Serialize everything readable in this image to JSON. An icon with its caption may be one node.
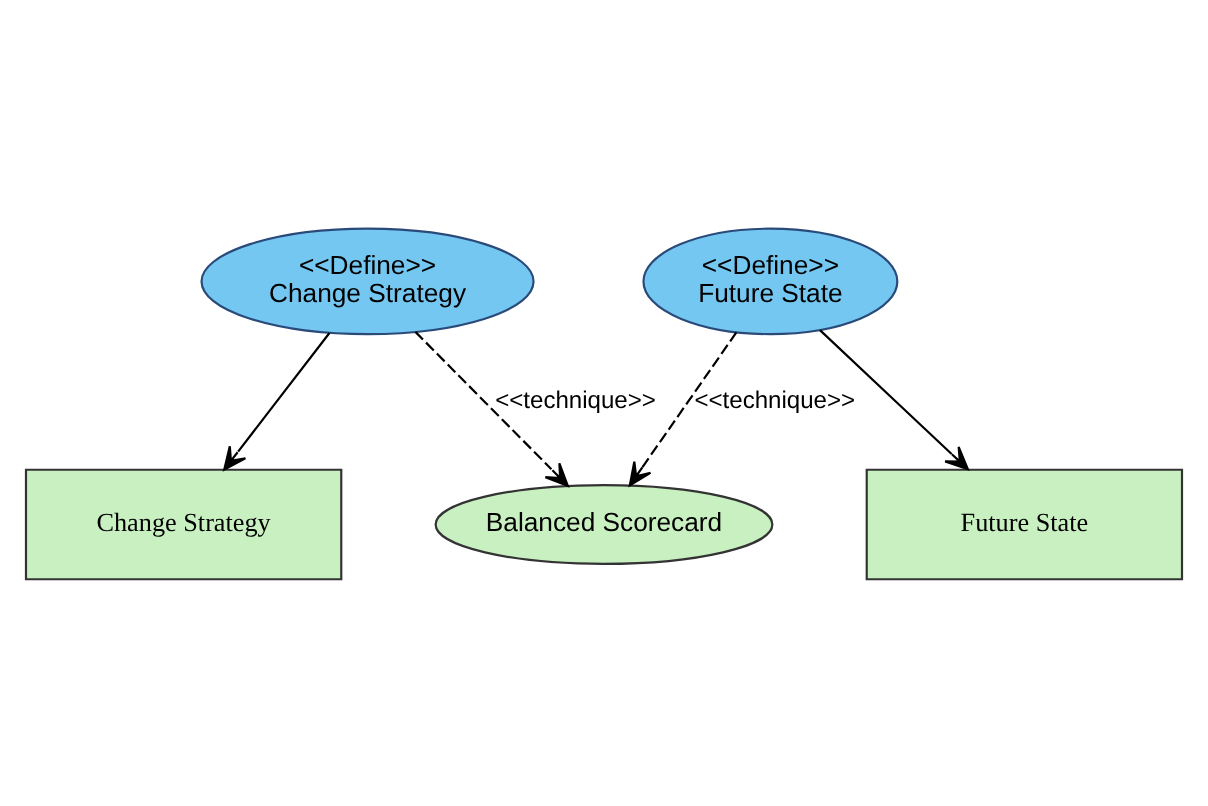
{
  "diagram": {
    "nodes": [
      {
        "text": [
          "<<Define>>",
          "Change Strategy"
        ]
      },
      {
        "text": [
          "<<Define>>",
          "Future State"
        ]
      },
      {
        "text": [
          "Balanced Scorecard"
        ]
      },
      {
        "text": [
          "Change Strategy"
        ]
      },
      {
        "text": [
          "Future State"
        ]
      }
    ],
    "edges": [
      {
        "from": 0,
        "to": 3,
        "arrow": "to"
      },
      {
        "from": 0,
        "to": 2,
        "arrow": "to",
        "style": "dashed",
        "label": "<<technique>>"
      },
      {
        "from": 1,
        "to": 2,
        "arrow": "to",
        "style": "dashed",
        "label": "<<technique>>"
      },
      {
        "from": 1,
        "to": 4,
        "arrow": "to"
      }
    ]
  }
}
